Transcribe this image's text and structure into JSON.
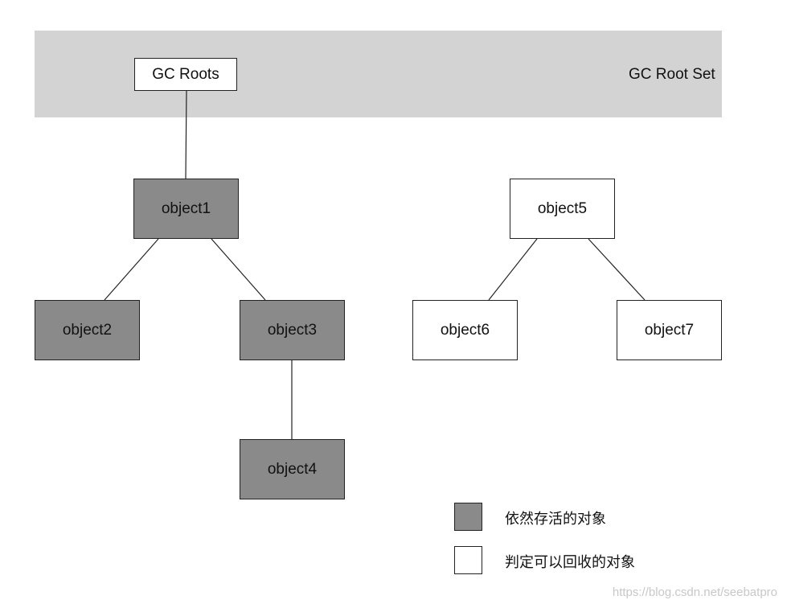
{
  "root_set": {
    "label": "GC Root Set",
    "root_node": "GC Roots",
    "band_color": "#d3d3d3"
  },
  "nodes": {
    "object1": "object1",
    "object2": "object2",
    "object3": "object3",
    "object4": "object4",
    "object5": "object5",
    "object6": "object6",
    "object7": "object7"
  },
  "edges": [
    [
      "gc-roots",
      "object1"
    ],
    [
      "object1",
      "object2"
    ],
    [
      "object1",
      "object3"
    ],
    [
      "object3",
      "object4"
    ],
    [
      "object5",
      "object6"
    ],
    [
      "object5",
      "object7"
    ]
  ],
  "legend": {
    "alive": {
      "label": "依然存活的对象",
      "color": "#8a8a8a"
    },
    "collectable": {
      "label": "判定可以回收的对象",
      "color": "#ffffff"
    }
  },
  "watermark": "https://blog.csdn.net/seebatpro"
}
